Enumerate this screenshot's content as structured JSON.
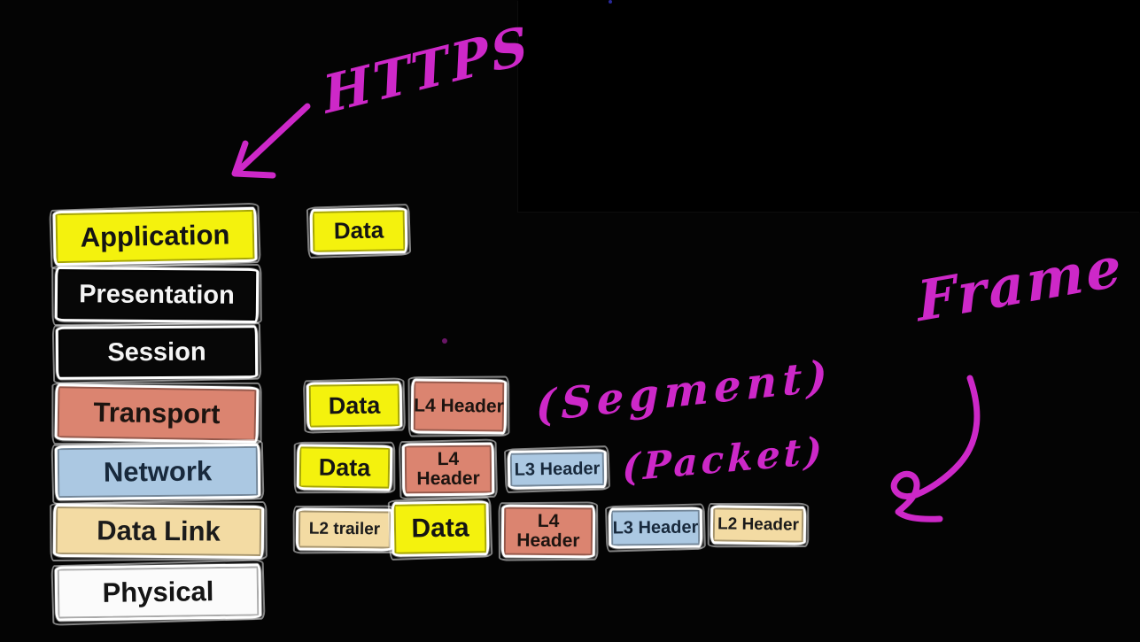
{
  "colors": {
    "background": "#040404",
    "panel_black": "#000000",
    "marker_ink": "#cd28c8",
    "stray_blue": "#3333c0",
    "sketch_border": "#ffffff"
  },
  "osi_stack": {
    "layers": [
      {
        "label": "Application",
        "fill": "#f4f20d",
        "text": "#141414"
      },
      {
        "label": "Presentation",
        "fill": "#070707",
        "text": "#f5f5f5"
      },
      {
        "label": "Session",
        "fill": "#070707",
        "text": "#f5f5f5"
      },
      {
        "label": "Transport",
        "fill": "#db8470",
        "text": "#1d1410"
      },
      {
        "label": "Network",
        "fill": "#abc8e2",
        "text": "#18293c"
      },
      {
        "label": "Data Link",
        "fill": "#f3dba3",
        "text": "#1b1b1b"
      },
      {
        "label": "Physical",
        "fill": "#fbfbfb",
        "text": "#141414"
      }
    ]
  },
  "encapsulation": {
    "application_row": {
      "boxes": [
        {
          "label": "Data",
          "fill": "#f4f20d",
          "text": "#141414"
        }
      ]
    },
    "transport_row": {
      "annotation": "(Segment)",
      "boxes": [
        {
          "label": "Data",
          "fill": "#f4f20d",
          "text": "#141414"
        },
        {
          "label": "L4 Header",
          "fill": "#db8470",
          "text": "#1d1410"
        }
      ]
    },
    "network_row": {
      "annotation": "(Packet)",
      "boxes": [
        {
          "label": "Data",
          "fill": "#f4f20d",
          "text": "#141414"
        },
        {
          "label": "L4 Header",
          "fill": "#db8470",
          "text": "#1d1410"
        },
        {
          "label": "L3 Header",
          "fill": "#abc8e2",
          "text": "#18293c"
        }
      ]
    },
    "datalink_row": {
      "annotation": "Frame",
      "boxes": [
        {
          "label": "L2 trailer",
          "fill": "#f3dba3",
          "text": "#1b1b1b"
        },
        {
          "label": "Data",
          "fill": "#f4f20d",
          "text": "#141414"
        },
        {
          "label": "L4 Header",
          "fill": "#db8470",
          "text": "#1d1410"
        },
        {
          "label": "L3 Header",
          "fill": "#abc8e2",
          "text": "#18293c"
        },
        {
          "label": "L2 Header",
          "fill": "#f3dba3",
          "text": "#1b1b1b"
        }
      ]
    }
  },
  "handwritten": {
    "https": "HTTPS",
    "segment": "(Segment)",
    "packet": "(Packet)",
    "frame": "Frame"
  }
}
